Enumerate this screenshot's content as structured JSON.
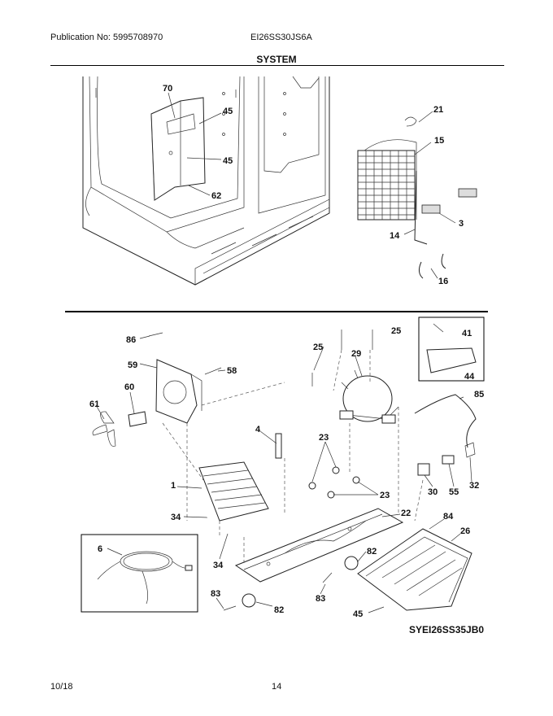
{
  "header": {
    "publication": "Publication No: 5995708970",
    "model": "EI26SS30JS6A",
    "section_title": "SYSTEM"
  },
  "footer": {
    "date": "10/18",
    "page": "14"
  },
  "diagram_code": "SYEI26SS35JB0",
  "callouts": {
    "c70": "70",
    "c45a": "45",
    "c45b": "45",
    "c62": "62",
    "c21": "21",
    "c15": "15",
    "c3": "3",
    "c14": "14",
    "c16": "16",
    "c86": "86",
    "c59": "59",
    "c58": "58",
    "c60": "60",
    "c61": "61",
    "c25a": "25",
    "c25b": "25",
    "c29": "29",
    "c41": "41",
    "c44": "44",
    "c85": "85",
    "c4": "4",
    "c23a": "23",
    "c23b": "23",
    "c1": "1",
    "c34a": "34",
    "c34b": "34",
    "c22": "22",
    "c84": "84",
    "c26": "26",
    "c30": "30",
    "c55": "55",
    "c32": "32",
    "c6": "6",
    "c82a": "82",
    "c82b": "82",
    "c83a": "83",
    "c83b": "83",
    "c45c": "45"
  }
}
